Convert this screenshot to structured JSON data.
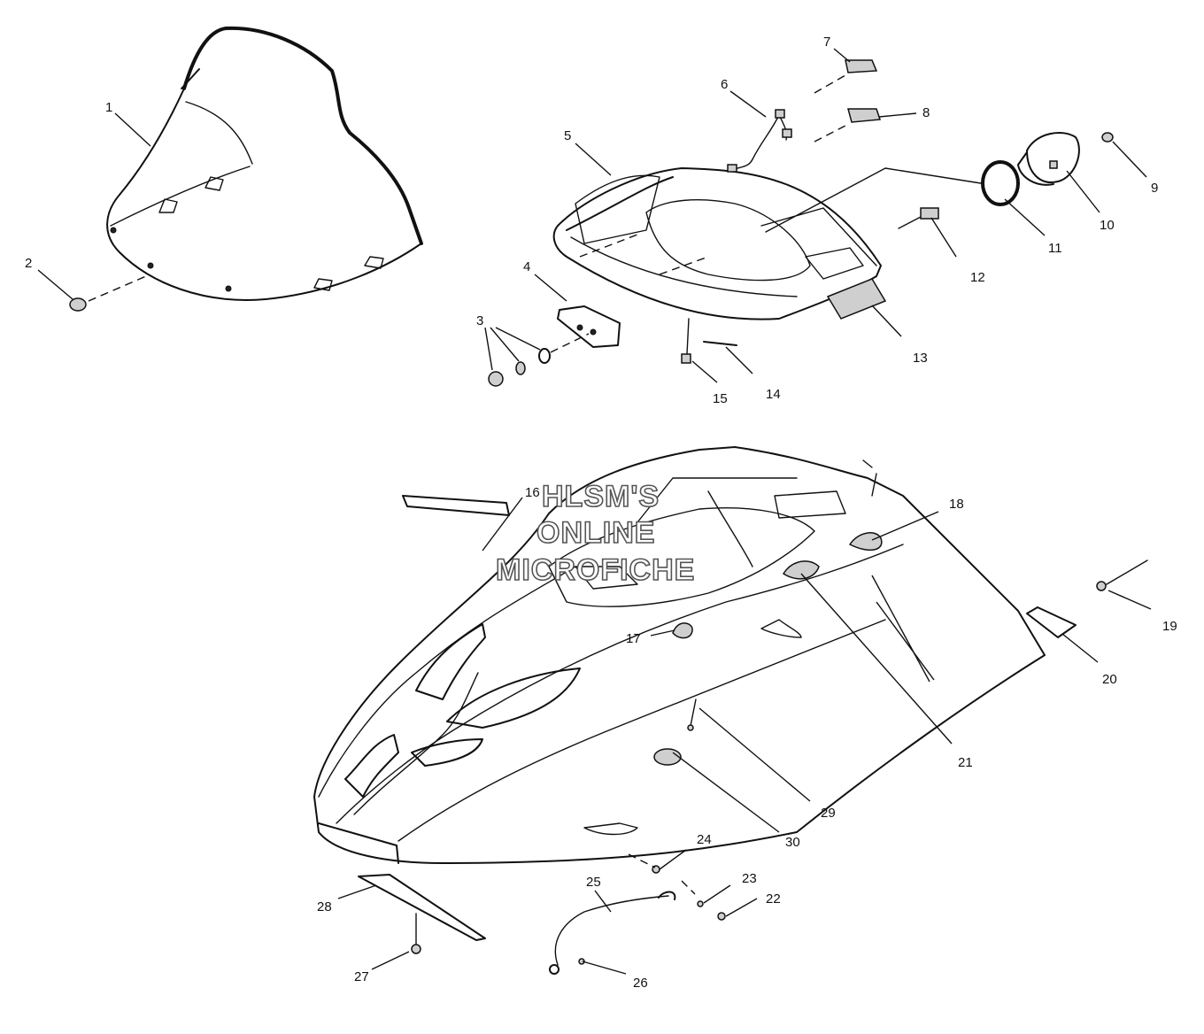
{
  "watermark": {
    "line1": "HLSM'S",
    "line2": "ONLINE",
    "line3": "MICROFICHE"
  },
  "callouts": [
    "1",
    "2",
    "3",
    "4",
    "5",
    "6",
    "7",
    "8",
    "9",
    "10",
    "11",
    "12",
    "13",
    "14",
    "15",
    "16",
    "17",
    "18",
    "19",
    "20",
    "21",
    "22",
    "23",
    "24",
    "25",
    "26",
    "27",
    "28",
    "29",
    "30"
  ]
}
